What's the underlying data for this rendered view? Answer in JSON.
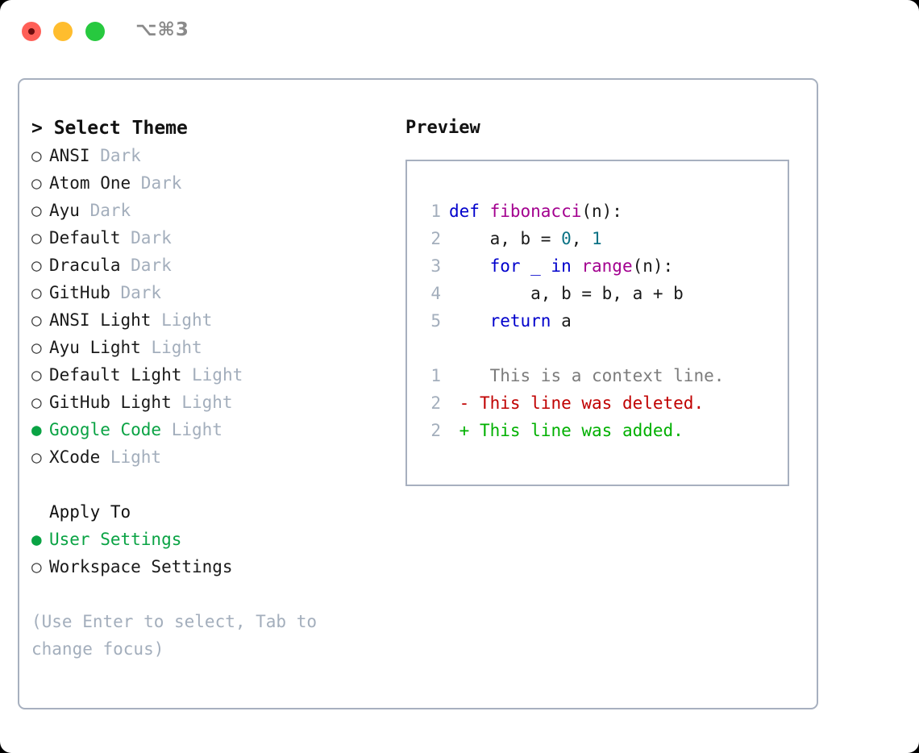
{
  "titlebar": {
    "shortcut": "⌥⌘3",
    "buttons": [
      {
        "name": "close",
        "color": "#ff5f57"
      },
      {
        "name": "minimize",
        "color": "#ffbd2e"
      },
      {
        "name": "maximize",
        "color": "#27c93f"
      }
    ]
  },
  "theme_picker": {
    "heading": "> Select Theme",
    "bullet_selected": "●",
    "bullet_unselected": "○",
    "items": [
      {
        "name": "ANSI",
        "kind": "Dark",
        "selected": false
      },
      {
        "name": "Atom One",
        "kind": "Dark",
        "selected": false
      },
      {
        "name": "Ayu",
        "kind": "Dark",
        "selected": false
      },
      {
        "name": "Default",
        "kind": "Dark",
        "selected": false
      },
      {
        "name": "Dracula",
        "kind": "Dark",
        "selected": false
      },
      {
        "name": "GitHub",
        "kind": "Dark",
        "selected": false
      },
      {
        "name": "ANSI Light",
        "kind": "Light",
        "selected": false
      },
      {
        "name": "Ayu Light",
        "kind": "Light",
        "selected": false
      },
      {
        "name": "Default Light",
        "kind": "Light",
        "selected": false
      },
      {
        "name": "GitHub Light",
        "kind": "Light",
        "selected": false
      },
      {
        "name": "Google Code",
        "kind": "Light",
        "selected": true
      },
      {
        "name": "XCode",
        "kind": "Light",
        "selected": false
      }
    ]
  },
  "apply_to": {
    "label": "Apply To",
    "options": [
      {
        "name": "User Settings",
        "selected": true
      },
      {
        "name": "Workspace Settings",
        "selected": false
      }
    ]
  },
  "hint": "(Use Enter to select, Tab to change focus)",
  "preview": {
    "title": "Preview",
    "code_lines": [
      {
        "n": "1",
        "tokens": [
          {
            "t": "def ",
            "c": "kw"
          },
          {
            "t": "fibonacci",
            "c": "fn"
          },
          {
            "t": "(n):",
            "c": "plain"
          }
        ]
      },
      {
        "n": "2",
        "tokens": [
          {
            "t": "    a, b = ",
            "c": "plain"
          },
          {
            "t": "0",
            "c": "num"
          },
          {
            "t": ", ",
            "c": "plain"
          },
          {
            "t": "1",
            "c": "num"
          }
        ]
      },
      {
        "n": "3",
        "tokens": [
          {
            "t": "    ",
            "c": "plain"
          },
          {
            "t": "for _ in ",
            "c": "kw"
          },
          {
            "t": "range",
            "c": "fn"
          },
          {
            "t": "(n):",
            "c": "plain"
          }
        ]
      },
      {
        "n": "4",
        "tokens": [
          {
            "t": "        a, b = b, a + b",
            "c": "plain"
          }
        ]
      },
      {
        "n": "5",
        "tokens": [
          {
            "t": "    ",
            "c": "plain"
          },
          {
            "t": "return",
            "c": "kw"
          },
          {
            "t": " a",
            "c": "plain"
          }
        ]
      }
    ],
    "diff_lines": [
      {
        "n": "1",
        "marker": " ",
        "text": "  This is a context line.",
        "c": "ctx"
      },
      {
        "n": "2",
        "marker": "-",
        "text": " This line was deleted.",
        "c": "del"
      },
      {
        "n": "2",
        "marker": "+",
        "text": " This line was added.",
        "c": "add"
      }
    ]
  },
  "colors": {
    "accent_green": "#0aa344",
    "border": "#a7b0bf",
    "muted": "#a3aebc",
    "keyword": "#0000cc",
    "function": "#a3008f",
    "number": "#0b7285",
    "diff_add": "#00b000",
    "diff_del": "#c00000",
    "diff_ctx": "#7c7c7c"
  }
}
